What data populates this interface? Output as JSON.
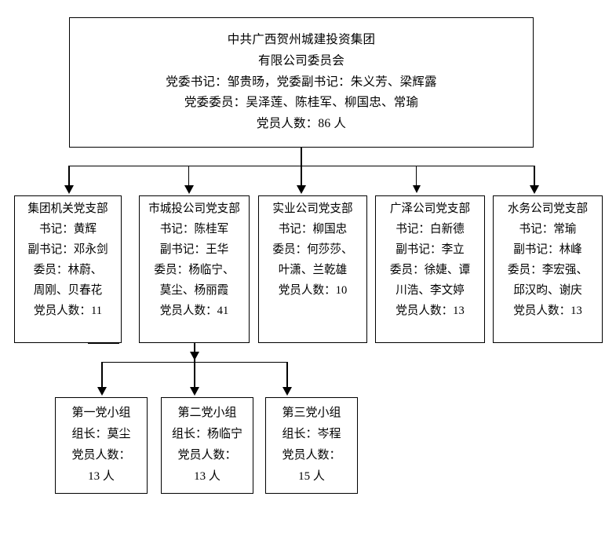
{
  "diagram": {
    "title_hidden": "党组织架构图",
    "root": {
      "name": "root-committee",
      "lines": [
        "中共广西贺州城建投资集团",
        "有限公司委员会",
        "党委书记：邹贵旸，党委副书记：朱义芳、梁辉露",
        "党委委员：吴泽莲、陈桂军、柳国忠、常瑜",
        "党员人数：86 人"
      ]
    },
    "branches": [
      {
        "key": "group-organ-branch",
        "lines": [
          "集团机关党支部",
          "书记：黄辉",
          "副书记：邓永剑",
          "委员：林蔚、",
          "周刚、贝春花",
          "党员人数：11"
        ]
      },
      {
        "key": "city-investment-branch",
        "lines": [
          "市城投公司党支部",
          "书记：陈桂军",
          "副书记：王华",
          "委员：杨临宁、",
          "莫尘、杨丽霞",
          "党员人数：41"
        ]
      },
      {
        "key": "industrial-company-branch",
        "lines": [
          "实业公司党支部",
          "书记：柳国忠",
          "委员：何莎莎、",
          "叶潇、兰乾雄",
          "党员人数：10"
        ]
      },
      {
        "key": "guangze-company-branch",
        "lines": [
          "广泽公司党支部",
          "书记：白新德",
          "副书记：李立",
          "委员：徐婕、谭",
          "川浩、李文婷",
          "党员人数：13"
        ]
      },
      {
        "key": "water-company-branch",
        "lines": [
          "水务公司党支部",
          "书记：常瑜",
          "副书记：林峰",
          "委员：李宏强、",
          "邱汉昀、谢庆",
          "党员人数：13"
        ]
      }
    ],
    "groups": [
      {
        "key": "party-group-1",
        "lines": [
          "第一党小组",
          "组长：莫尘",
          "党员人数：",
          "13 人"
        ]
      },
      {
        "key": "party-group-2",
        "lines": [
          "第二党小组",
          "组长：杨临宁",
          "党员人数：",
          "13 人"
        ]
      },
      {
        "key": "party-group-3",
        "lines": [
          "第三党小组",
          "组长：岑程",
          "党员人数：",
          "15 人"
        ]
      }
    ],
    "colors": {
      "line": "#000000",
      "background": "#ffffff",
      "text": "#000000"
    }
  }
}
